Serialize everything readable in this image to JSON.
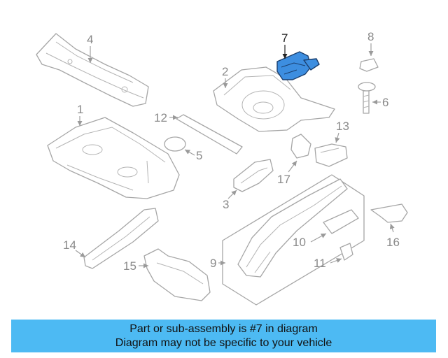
{
  "callouts": {
    "n1": "1",
    "n2": "2",
    "n3": "3",
    "n4": "4",
    "n5": "5",
    "n6": "6",
    "n7": "7",
    "n8": "8",
    "n9": "9",
    "n10": "10",
    "n11": "11",
    "n12": "12",
    "n13": "13",
    "n14": "14",
    "n15": "15",
    "n16": "16",
    "n17": "17"
  },
  "highlight": {
    "part_number": "7",
    "color": "#3d8ee0"
  },
  "banner": {
    "line1": "Part or sub-assembly is #7 in diagram",
    "line2": "Diagram may not be specific to your vehicle",
    "background": "#4dbaf3"
  }
}
